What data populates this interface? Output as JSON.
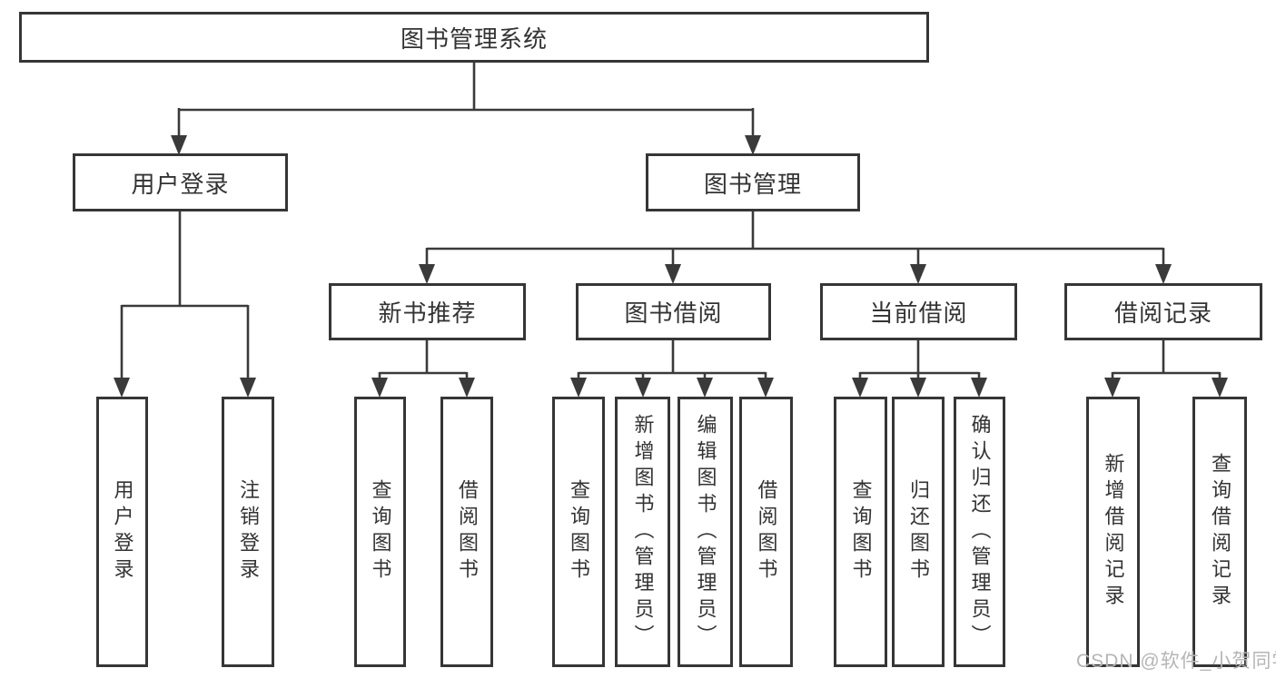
{
  "diagram_type": "functional-structure-tree",
  "colors": {
    "background": "#ffffff",
    "box_border": "#363636",
    "line": "#3a3a3a",
    "text": "#333333",
    "watermark": "#b5b5b5"
  },
  "root": {
    "label": "图书管理系统"
  },
  "level2": [
    {
      "label": "用户登录"
    },
    {
      "label": "图书管理"
    }
  ],
  "level3": [
    {
      "label": "新书推荐",
      "parent": "图书管理"
    },
    {
      "label": "图书借阅",
      "parent": "图书管理"
    },
    {
      "label": "当前借阅",
      "parent": "图书管理"
    },
    {
      "label": "借阅记录",
      "parent": "图书管理"
    }
  ],
  "leaves": [
    {
      "label": "用户登录",
      "parent": "用户登录"
    },
    {
      "label": "注销登录",
      "parent": "用户登录"
    },
    {
      "label": "查询图书",
      "parent": "新书推荐"
    },
    {
      "label": "借阅图书",
      "parent": "新书推荐"
    },
    {
      "label": "查询图书",
      "parent": "图书借阅"
    },
    {
      "label": "新增图书（管理员）",
      "parent": "图书借阅"
    },
    {
      "label": "编辑图书（管理员）",
      "parent": "图书借阅"
    },
    {
      "label": "借阅图书",
      "parent": "图书借阅"
    },
    {
      "label": "查询图书",
      "parent": "当前借阅"
    },
    {
      "label": "归还图书",
      "parent": "当前借阅"
    },
    {
      "label": "确认归还（管理员）",
      "parent": "当前借阅"
    },
    {
      "label": "新增借阅记录",
      "parent": "借阅记录"
    },
    {
      "label": "查询借阅记录",
      "parent": "借阅记录"
    }
  ],
  "watermark": {
    "text": "CSDN @软件_小贺同学"
  }
}
